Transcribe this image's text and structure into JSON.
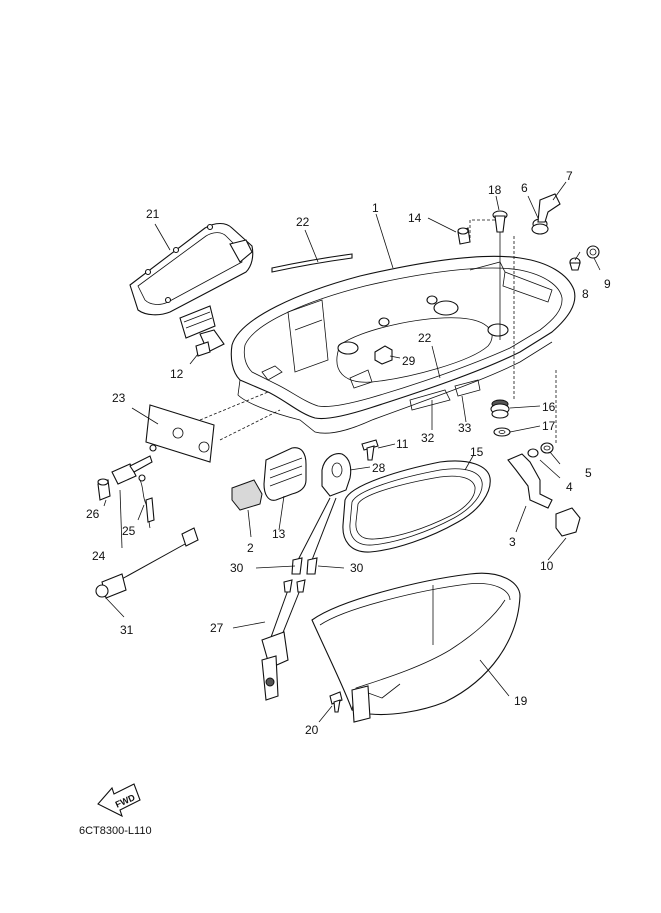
{
  "diagram": {
    "code": "6CT8300-L110",
    "fwd_label": "FWD",
    "callouts": [
      {
        "num": "1"
      },
      {
        "num": "2"
      },
      {
        "num": "3"
      },
      {
        "num": "4"
      },
      {
        "num": "5"
      },
      {
        "num": "6"
      },
      {
        "num": "7"
      },
      {
        "num": "8"
      },
      {
        "num": "9"
      },
      {
        "num": "10"
      },
      {
        "num": "11"
      },
      {
        "num": "12"
      },
      {
        "num": "13"
      },
      {
        "num": "14"
      },
      {
        "num": "15"
      },
      {
        "num": "16"
      },
      {
        "num": "17"
      },
      {
        "num": "18"
      },
      {
        "num": "19"
      },
      {
        "num": "20"
      },
      {
        "num": "21"
      },
      {
        "num": "22"
      },
      {
        "num": "22"
      },
      {
        "num": "23"
      },
      {
        "num": "24"
      },
      {
        "num": "25"
      },
      {
        "num": "26"
      },
      {
        "num": "27"
      },
      {
        "num": "28"
      },
      {
        "num": "29"
      },
      {
        "num": "30"
      },
      {
        "num": "30"
      },
      {
        "num": "31"
      },
      {
        "num": "32"
      },
      {
        "num": "33"
      }
    ]
  }
}
